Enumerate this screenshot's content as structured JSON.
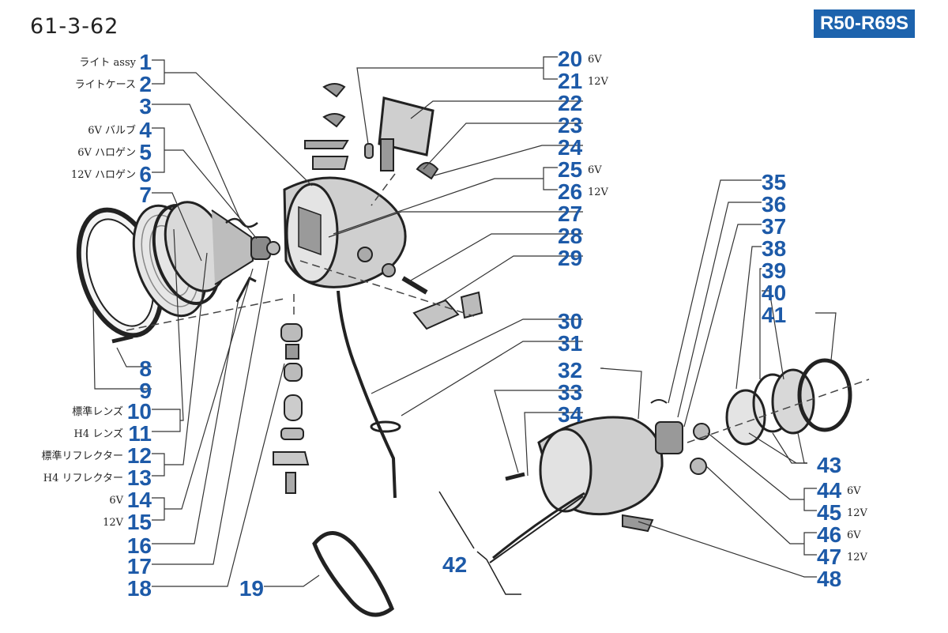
{
  "header": {
    "page_id": "61-3-62",
    "model": "R50-R69S"
  },
  "colors": {
    "callout": "#1d5aa8",
    "badge": "#1d63ad",
    "leader": "#333333",
    "drawing": "#222222"
  },
  "callouts": [
    {
      "num": "1",
      "label": "ライト assy"
    },
    {
      "num": "2",
      "label": "ライトケース"
    },
    {
      "num": "3",
      "label": ""
    },
    {
      "num": "4",
      "label": "6V バルブ"
    },
    {
      "num": "5",
      "label": "6V ハロゲン"
    },
    {
      "num": "6",
      "label": "12V ハロゲン"
    },
    {
      "num": "7",
      "label": ""
    },
    {
      "num": "8",
      "label": ""
    },
    {
      "num": "9",
      "label": ""
    },
    {
      "num": "10",
      "label": "標準レンズ"
    },
    {
      "num": "11",
      "label": "H4 レンズ"
    },
    {
      "num": "12",
      "label": "標準リフレクター"
    },
    {
      "num": "13",
      "label": "H4 リフレクター"
    },
    {
      "num": "14",
      "label": "6V"
    },
    {
      "num": "15",
      "label": "12V"
    },
    {
      "num": "16",
      "label": ""
    },
    {
      "num": "17",
      "label": ""
    },
    {
      "num": "18",
      "label": ""
    },
    {
      "num": "19",
      "label": ""
    },
    {
      "num": "20",
      "label": "6V"
    },
    {
      "num": "21",
      "label": "12V"
    },
    {
      "num": "22",
      "label": ""
    },
    {
      "num": "23",
      "label": ""
    },
    {
      "num": "24",
      "label": ""
    },
    {
      "num": "25",
      "label": "6V"
    },
    {
      "num": "26",
      "label": "12V"
    },
    {
      "num": "27",
      "label": ""
    },
    {
      "num": "28",
      "label": ""
    },
    {
      "num": "29",
      "label": ""
    },
    {
      "num": "30",
      "label": ""
    },
    {
      "num": "31",
      "label": ""
    },
    {
      "num": "32",
      "label": ""
    },
    {
      "num": "33",
      "label": ""
    },
    {
      "num": "34",
      "label": ""
    },
    {
      "num": "35",
      "label": ""
    },
    {
      "num": "36",
      "label": ""
    },
    {
      "num": "37",
      "label": ""
    },
    {
      "num": "38",
      "label": ""
    },
    {
      "num": "39",
      "label": ""
    },
    {
      "num": "40",
      "label": ""
    },
    {
      "num": "41",
      "label": ""
    },
    {
      "num": "42",
      "label": ""
    },
    {
      "num": "43",
      "label": ""
    },
    {
      "num": "44",
      "label": "6V"
    },
    {
      "num": "45",
      "label": "12V"
    },
    {
      "num": "46",
      "label": "6V"
    },
    {
      "num": "47",
      "label": "12V"
    },
    {
      "num": "48",
      "label": ""
    }
  ]
}
